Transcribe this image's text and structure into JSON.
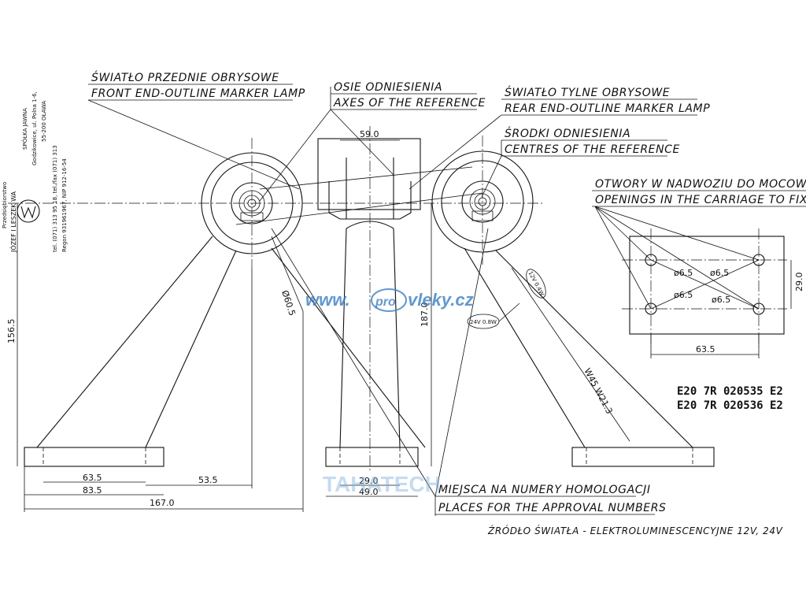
{
  "labels": {
    "front_pl": "ŚWIATŁO PRZEDNIE OBRYSOWE",
    "front_en": "FRONT END-OUTLINE MARKER LAMP",
    "axes_pl": "OSIE ODNIESIENIA",
    "axes_en": "AXES OF THE REFERENCE",
    "rear_pl": "ŚWIATŁO TYLNE OBRYSOWE",
    "rear_en": "REAR END-OUTLINE MARKER LAMP",
    "centres_pl": "ŚRODKI ODNIESIENIA",
    "centres_en": "CENTRES OF THE REFERENCE",
    "openings_pl": "OTWORY W NADWOZIU DO MOCOWANIA",
    "openings_en": "OPENINGS IN THE CARRIAGE TO FIX",
    "approval_pl": "MIEJSCA NA NUMERY HOMOLOGACJI",
    "approval_en": "PLACES FOR THE APPROVAL NUMBERS",
    "source_pl": "ŹRÓDŁO ŚWIATŁA - ELEKTROLUMINESCENCYJNE 12V, 24V"
  },
  "company": {
    "line1": "Przedsiębiorstwo",
    "line2": "JÓZEF I LESZEK WA",
    "line3": "SPÓŁKA JAWNA",
    "line4": "Godzikowice, ul. Polna 1-6,",
    "line5": "55-200 OŁAWA",
    "line6": "tel. (071) 313 95 18, tel./fax (071) 313",
    "line7": "Regon 931961967, NIP 912-16-54"
  },
  "dimensions": {
    "d_59": "59.0",
    "d_60_5": "Ø60.5",
    "d_156_5": "156.5",
    "d_187": "187.0",
    "d_63_5_left": "63.5",
    "d_83_5": "83.5",
    "d_53_5": "53.5",
    "d_167": "167.0",
    "d_29_bottom": "29.0",
    "d_49": "49.0",
    "hole_1": "ø6.5",
    "hole_2": "ø6.5",
    "hole_3": "ø6.5",
    "hole_4": "ø6.5",
    "d_29_right": "29.0",
    "d_63_5_right": "63.5",
    "diag_w": "W45 W21.3",
    "v12": "12V 0.4W",
    "v24": "24V 0.8W"
  },
  "approvals": {
    "line1": "E20  7R 020535 E2",
    "line2": "E20  7R 020536 E2"
  },
  "watermarks": {
    "site_left": "www.",
    "site_mid": "pro",
    "site_right": "vleky.cz",
    "brand": "TAHATECH"
  }
}
